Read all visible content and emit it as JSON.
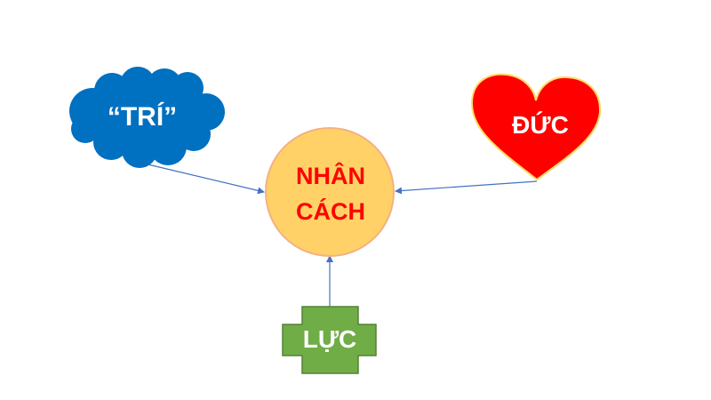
{
  "diagram": {
    "center": {
      "line1": "NHÂN",
      "line2": "CÁCH",
      "fill_color": "#FFD166",
      "stroke_color": "#F4B183",
      "text_color": "#FF0000"
    },
    "nodes": {
      "tri": {
        "label": "“TRÍ”",
        "shape": "cloud",
        "fill_color": "#0070C0"
      },
      "duc": {
        "label": "ĐỨC",
        "shape": "heart",
        "fill_color": "#FF0000",
        "stroke_color": "#FFD966"
      },
      "luc": {
        "label": "LỰC",
        "shape": "plus",
        "fill_color": "#70AD47",
        "stroke_color": "#548235"
      }
    },
    "connector_color": "#4472C4",
    "edges": [
      {
        "from": "tri",
        "to": "center"
      },
      {
        "from": "duc",
        "to": "center"
      },
      {
        "from": "luc",
        "to": "center"
      }
    ]
  }
}
